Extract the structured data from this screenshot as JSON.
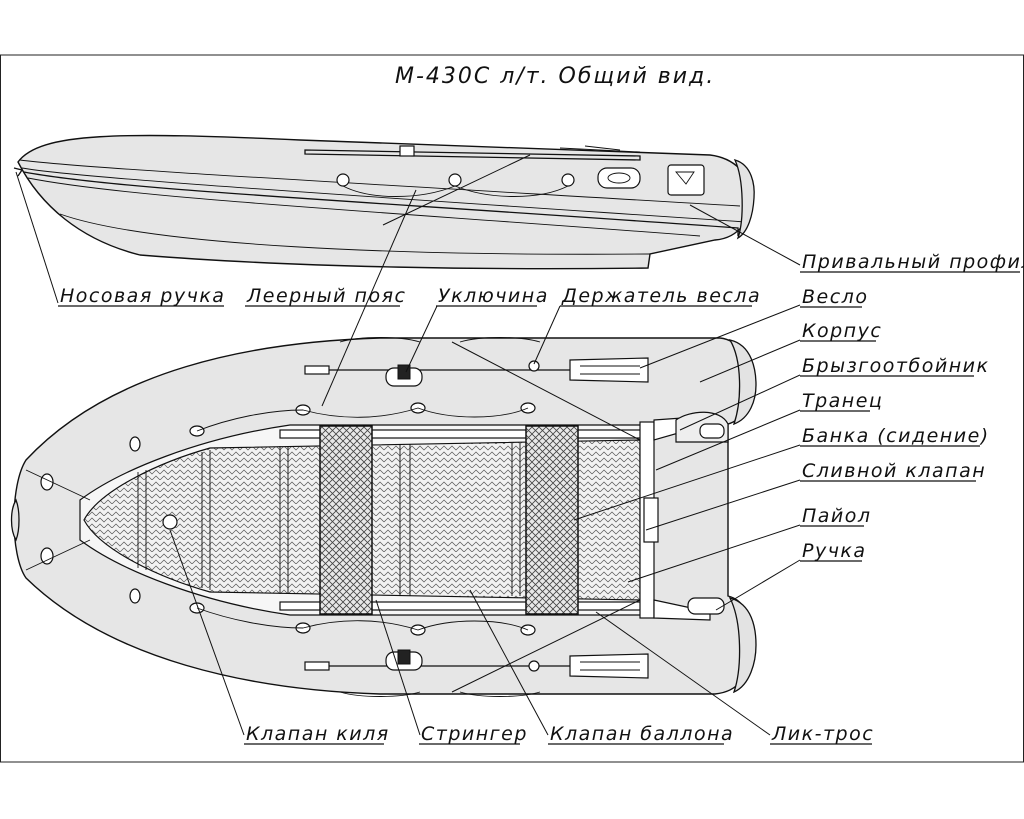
{
  "title": "М-430С л/т. Общий вид.",
  "labels": {
    "bow_handle": "Носовая ручка",
    "lifeline": "Леерный пояс",
    "oarlock": "Уключина",
    "oar_holder": "Держатель весла",
    "rub_strake": "Привальный профиль",
    "oar": "Весло",
    "hull": "Корпус",
    "splash_guard": "Брызгоотбойник",
    "transom": "Транец",
    "seat": "Банка (сидение)",
    "drain_valve": "Сливной клапан",
    "floor": "Пайол",
    "handle": "Ручка",
    "keel_valve": "Клапан киля",
    "stringer": "Стрингер",
    "tube_valve": "Клапан баллона",
    "bolt_rope": "Лик-трос"
  },
  "colors": {
    "line": "#111111",
    "fill": "#e6e6e6",
    "background": "#ffffff"
  }
}
